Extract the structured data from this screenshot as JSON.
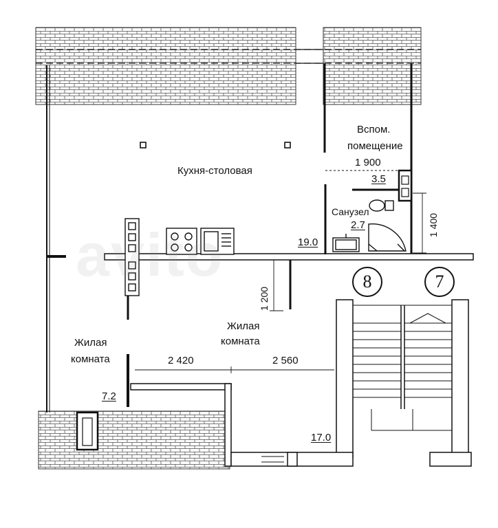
{
  "rooms": {
    "kitchen": {
      "name": "Кухня-столовая",
      "area": "19.0"
    },
    "aux": {
      "name_line1": "Вспом.",
      "name_line2": "помещение",
      "area": "3.5"
    },
    "bath": {
      "name": "Санузел",
      "area": "2.7"
    },
    "living_left": {
      "name_line1": "Жилая",
      "name_line2": "комната",
      "area": "7.2"
    },
    "living_center": {
      "name_line1": "Жилая",
      "name_line2": "комната",
      "area": "17.0"
    }
  },
  "dimensions": {
    "aux_width": "1 900",
    "bath_height": "1 400",
    "door_offset": "1 200",
    "wall_left": "2 420",
    "wall_right": "2 560"
  },
  "axes": {
    "axis_a": "8",
    "axis_b": "7"
  },
  "watermark": "avito",
  "colors": {
    "line": "#111111",
    "hatch": "#444444",
    "background": "#ffffff"
  }
}
